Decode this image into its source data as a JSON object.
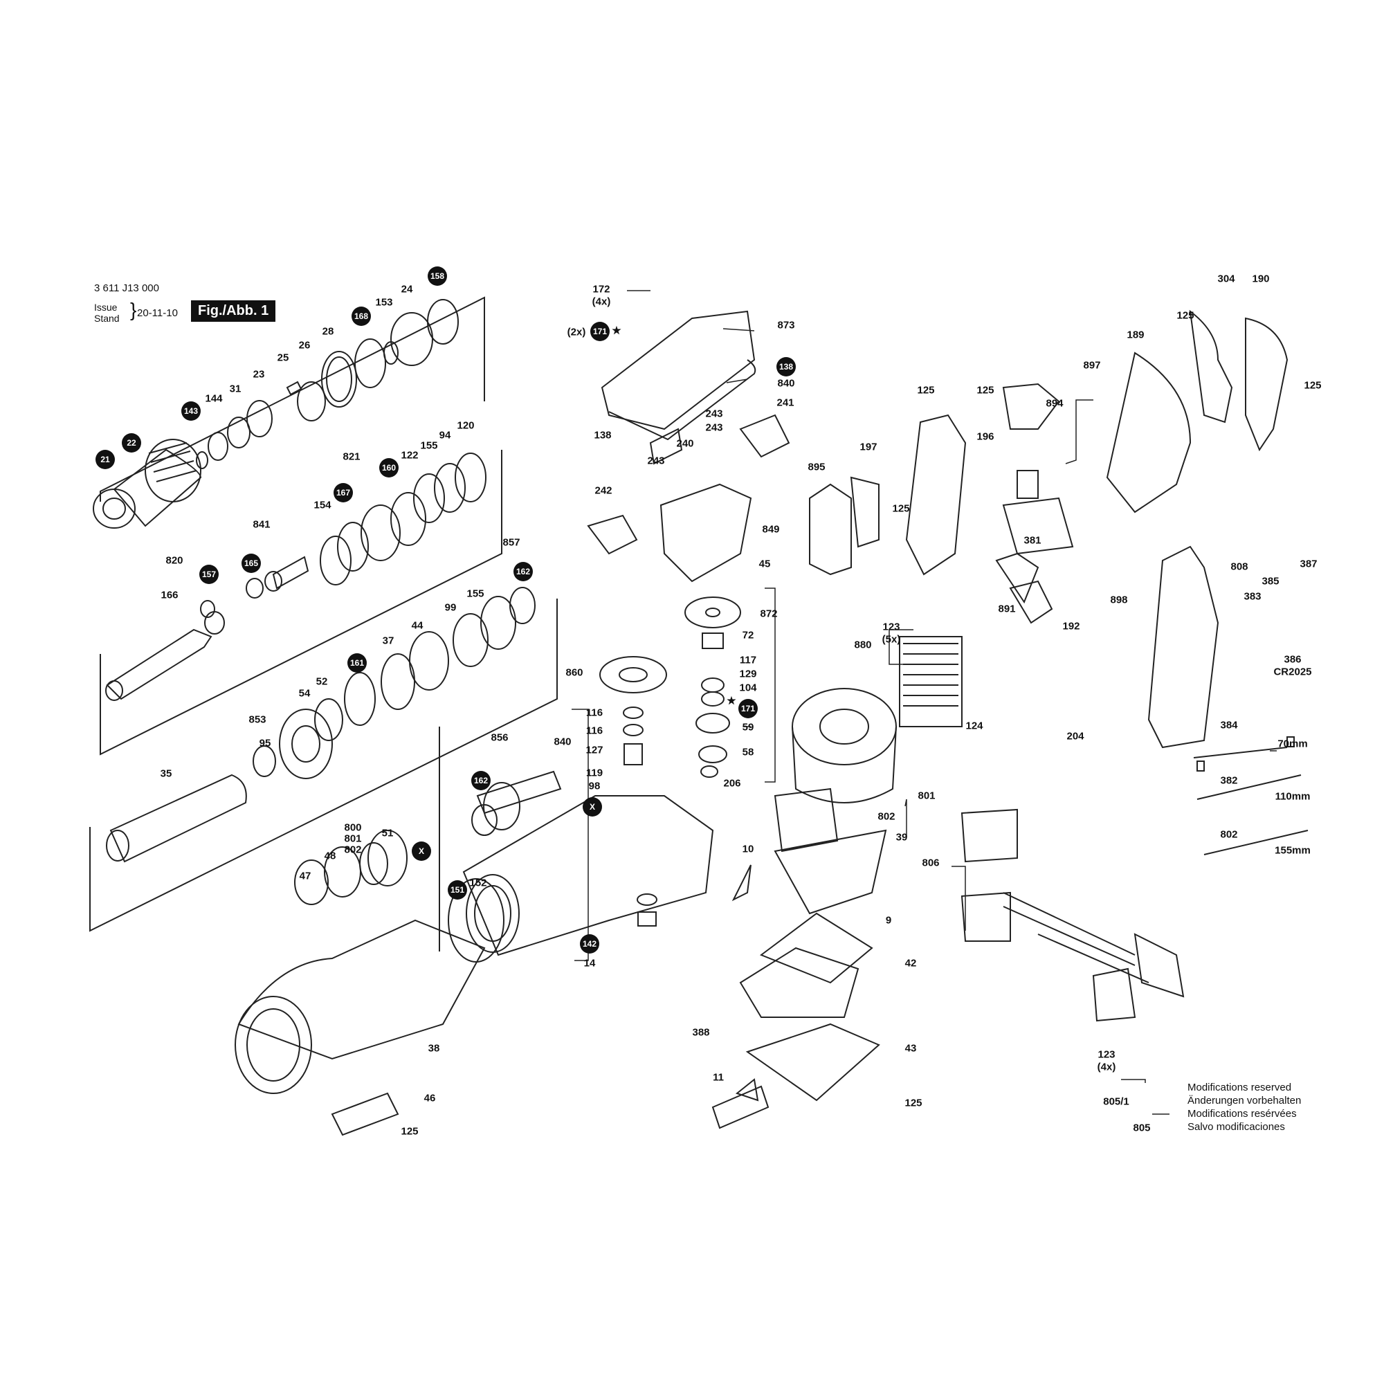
{
  "header": {
    "doc_number": "3 611 J13 000",
    "issue_label_1": "Issue",
    "issue_label_2": "Stand",
    "issue_date": "20-11-10",
    "figure_label": "Fig./Abb. 1"
  },
  "footer": {
    "modifications": [
      "Modifications reserved",
      "Änderungen vorbehalten",
      "Modifications resérvées",
      "Salvo modificaciones"
    ]
  },
  "labels": [
    "21",
    "22",
    "143",
    "144",
    "31",
    "23",
    "25",
    "26",
    "28",
    "168",
    "153",
    "24",
    "158",
    "821",
    "160",
    "122",
    "155",
    "94",
    "120",
    "154",
    "167",
    "841",
    "165",
    "820",
    "166",
    "157",
    "857",
    "162",
    "155",
    "99",
    "44",
    "37",
    "161",
    "52",
    "54",
    "853",
    "95",
    "35",
    "800",
    "801",
    "802",
    "51",
    "48",
    "47",
    "856",
    "162",
    "151",
    "152",
    "38",
    "46",
    "125",
    "172",
    "(4x)",
    "(2x)",
    "171",
    "873",
    "138",
    "840",
    "138",
    "243",
    "241",
    "243",
    "240",
    "243",
    "242",
    "849",
    "45",
    "872",
    "72",
    "860",
    "117",
    "129",
    "104",
    "171",
    "59",
    "58",
    "840",
    "116",
    "116",
    "127",
    "119",
    "98",
    "206",
    "142",
    "14",
    "880",
    "123",
    "(5x)",
    "124",
    "801",
    "802",
    "39",
    "10",
    "9",
    "42",
    "388",
    "43",
    "11",
    "125",
    "197",
    "125",
    "125",
    "125",
    "196",
    "894",
    "897",
    "189",
    "125",
    "304",
    "190",
    "125",
    "895",
    "381",
    "898",
    "891",
    "192",
    "204",
    "808",
    "387",
    "385",
    "383",
    "386",
    "CR2025",
    "384",
    "70mm",
    "382",
    "110mm",
    "802",
    "155mm",
    "806",
    "123",
    "(4x)",
    "805/1",
    "805"
  ],
  "marker_legend": {
    "x_marker": "X",
    "star": "★"
  }
}
